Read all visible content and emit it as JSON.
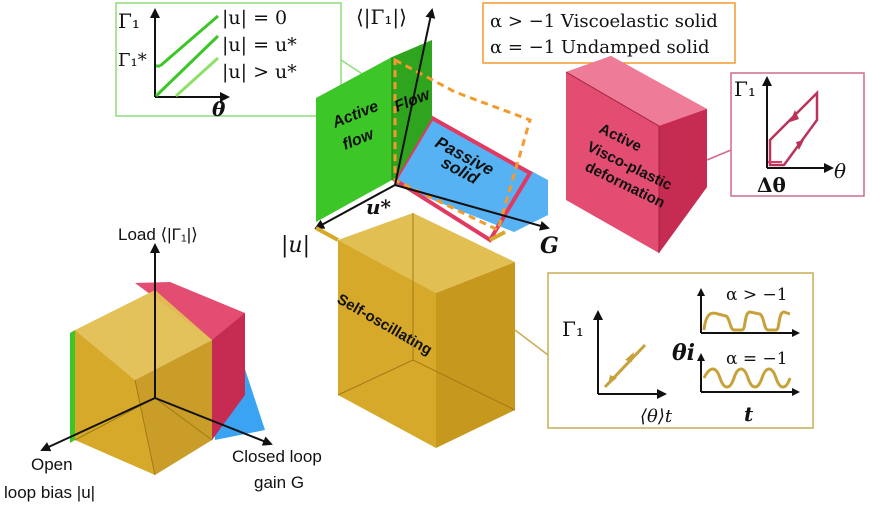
{
  "colors": {
    "green": "#3cc628",
    "green_light": "#8fe06a",
    "blue": "#3aa4f2",
    "pink": "#e03a62",
    "gold": "#d6a92a",
    "orange": "#f39a2e",
    "inset_green_border": "#8fdc7c",
    "inset_pink_border": "#cf6c88",
    "inset_gold_border": "#c9ad55"
  },
  "top_inset": {
    "ylabel": "Γ₁",
    "ystar": "Γ₁*",
    "xlabel": "θ̇",
    "lines": [
      "|u| = 0",
      "|u| = u*",
      "|u| > u*"
    ]
  },
  "axes3d": {
    "vertical": "⟨|Γ₁|⟩",
    "left": "|u|",
    "right": "G",
    "ustar": "u*"
  },
  "regions": {
    "active_flow": [
      "Active",
      "flow"
    ],
    "flow": "Flow",
    "passive_solid": [
      "Passive",
      "solid"
    ],
    "self_oscillating": "Self-oscillating",
    "active_vp": [
      "Active",
      "Visco-plastic",
      "deformation"
    ]
  },
  "legend_box": {
    "line1": "α > −1 Viscoelastic solid",
    "line2": "α = −1 Undamped solid"
  },
  "right_inset": {
    "ylabel": "Γ₁",
    "xlabel": "θ",
    "delta": "Δθ"
  },
  "osc_inset": {
    "ylabel": "Γ₁",
    "xlabel": "⟨θ⟩t",
    "theta": "θi",
    "alpha1": "α > −1",
    "alpha2": "α = −1",
    "t": "t"
  },
  "small_cube_axes": {
    "load": "Load ⟨|Γ₁|⟩",
    "open_line1": "Open",
    "open_line2": "loop bias |u|",
    "closed_line1": "Closed loop",
    "closed_line2": "gain G"
  }
}
